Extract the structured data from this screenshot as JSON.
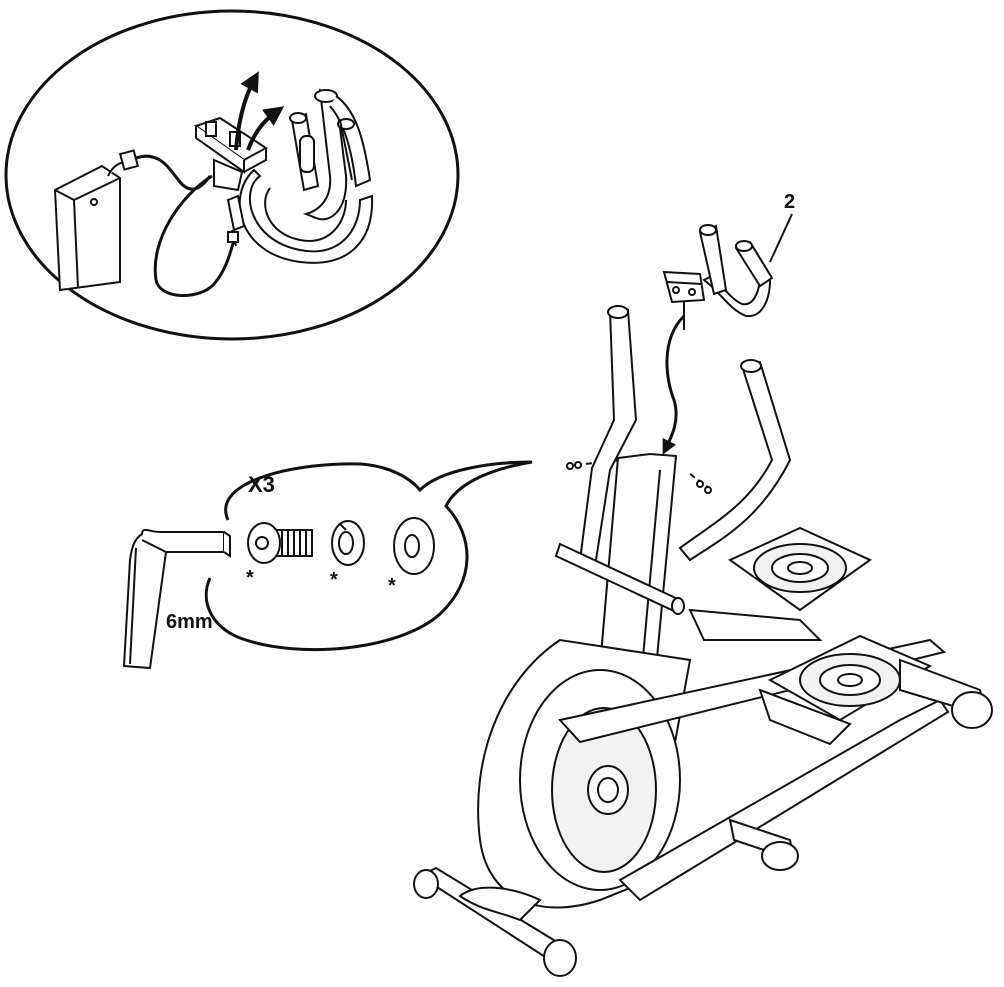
{
  "labels": {
    "part_number": "2",
    "quantity": "X3",
    "tool_size": "6mm",
    "asterisk_bolt": "*",
    "asterisk_lock_washer": "*",
    "asterisk_flat_washer": "*"
  },
  "colors": {
    "line": "#111111",
    "background": "#ffffff",
    "fill_light": "#f2f2f2"
  },
  "icons": {
    "arrow_up": "arrow-up-icon",
    "arrow_down": "arrow-down-icon"
  }
}
